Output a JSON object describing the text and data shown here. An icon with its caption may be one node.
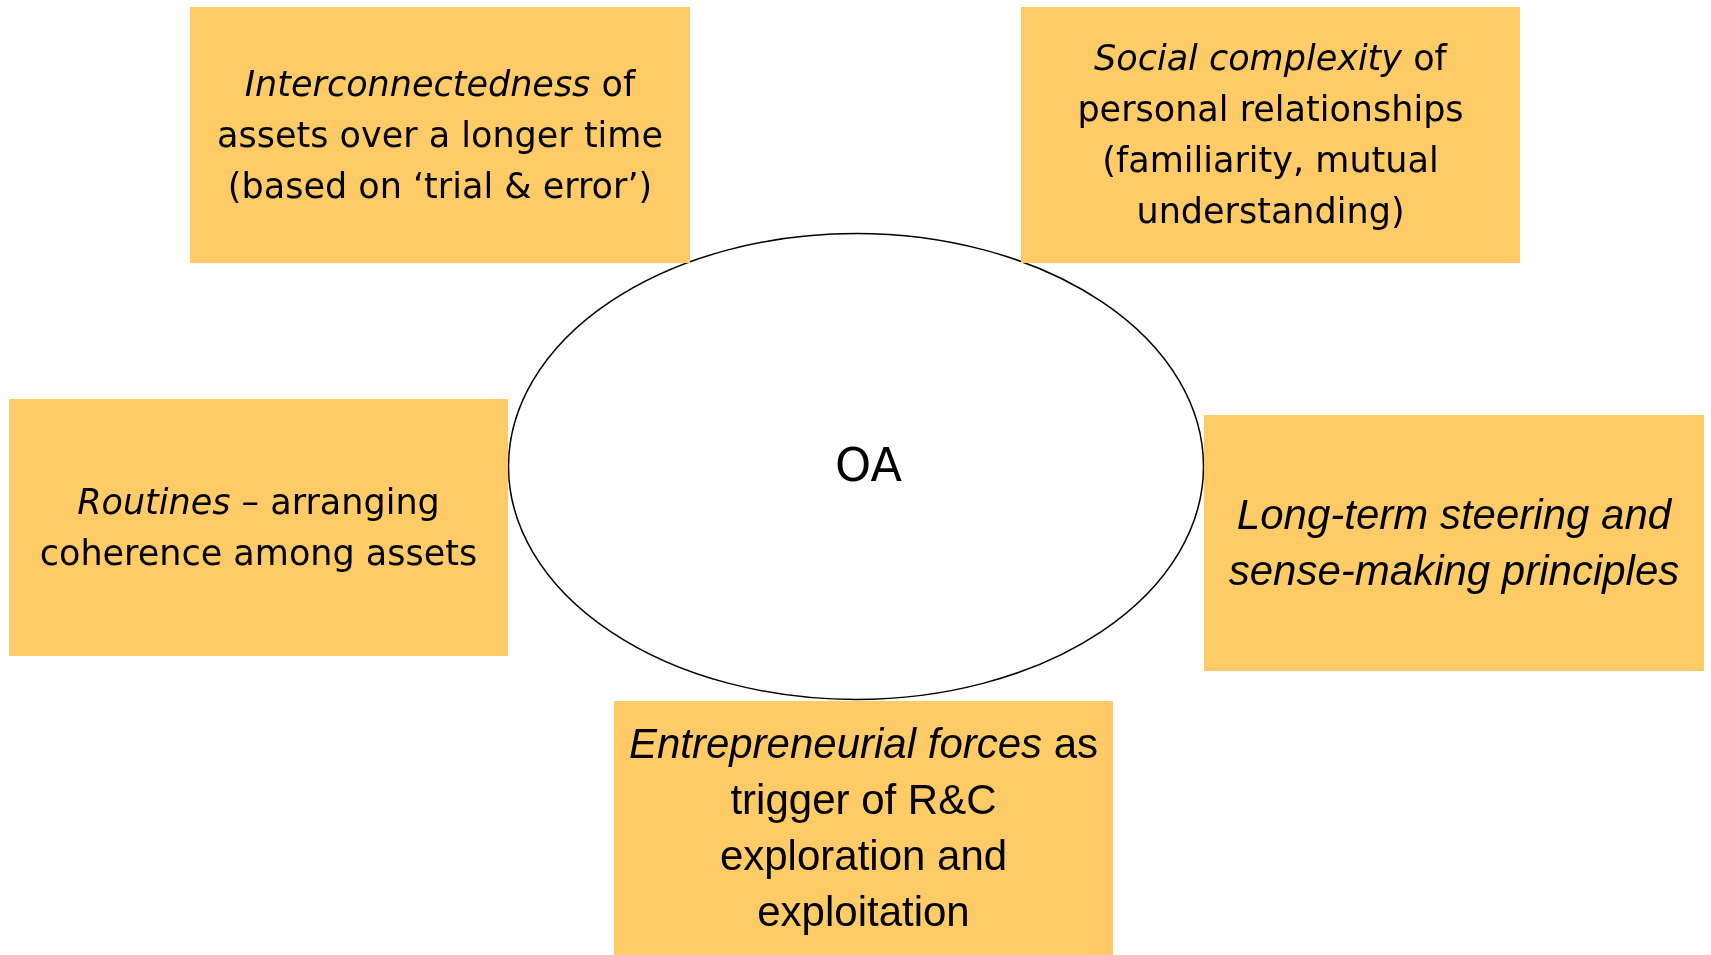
{
  "diagram": {
    "nodes": [
      {
        "text": [
          "*Interconnectedness* of assets over a longer time (based on ‘trial & error’)"
        ]
      },
      {
        "text": [
          "*Social complexity* of personal relationships (familiarity, mutual understanding)"
        ]
      },
      {
        "text": [
          "*Routines* – arranging coherence among assets"
        ]
      },
      {
        "text": [
          "OA"
        ]
      },
      {
        "text": [
          "Long-term steering and sense-making principles"
        ]
      },
      {
        "text": [
          "*Entrepreneurial forces* as trigger of R&C exploration and exploitation"
        ]
      }
    ]
  }
}
